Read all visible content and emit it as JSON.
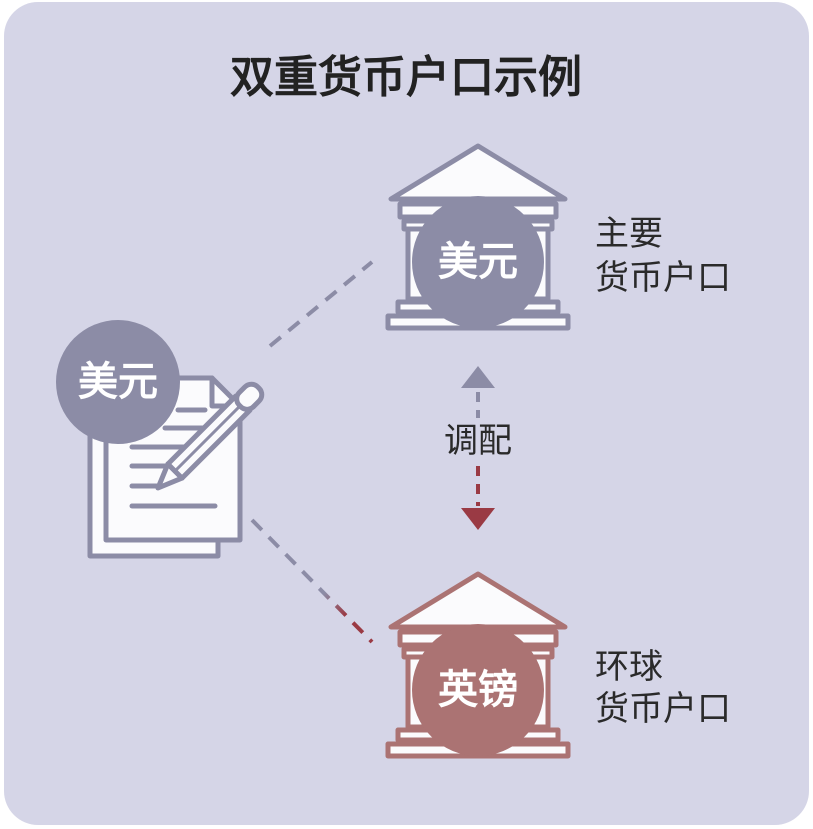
{
  "title": "双重货币户口示例",
  "document": {
    "badge": "美元"
  },
  "primary_account": {
    "badge": "美元",
    "label_line1": "主要",
    "label_line2": "货币户口"
  },
  "global_account": {
    "badge": "英镑",
    "label_line1": "环球",
    "label_line2": "货币户口"
  },
  "transfer": {
    "label": "调配"
  },
  "colors": {
    "background": "#d5d5e7",
    "primary": "#8c8ca6",
    "global": "#ab7373",
    "arrow_down": "#9a3a44",
    "text": "#222222"
  },
  "icons": {
    "bank": "bank-icon",
    "document": "document-icon",
    "pencil": "pencil-icon",
    "arrow_up": "arrow-up-icon",
    "arrow_down": "arrow-down-icon"
  }
}
